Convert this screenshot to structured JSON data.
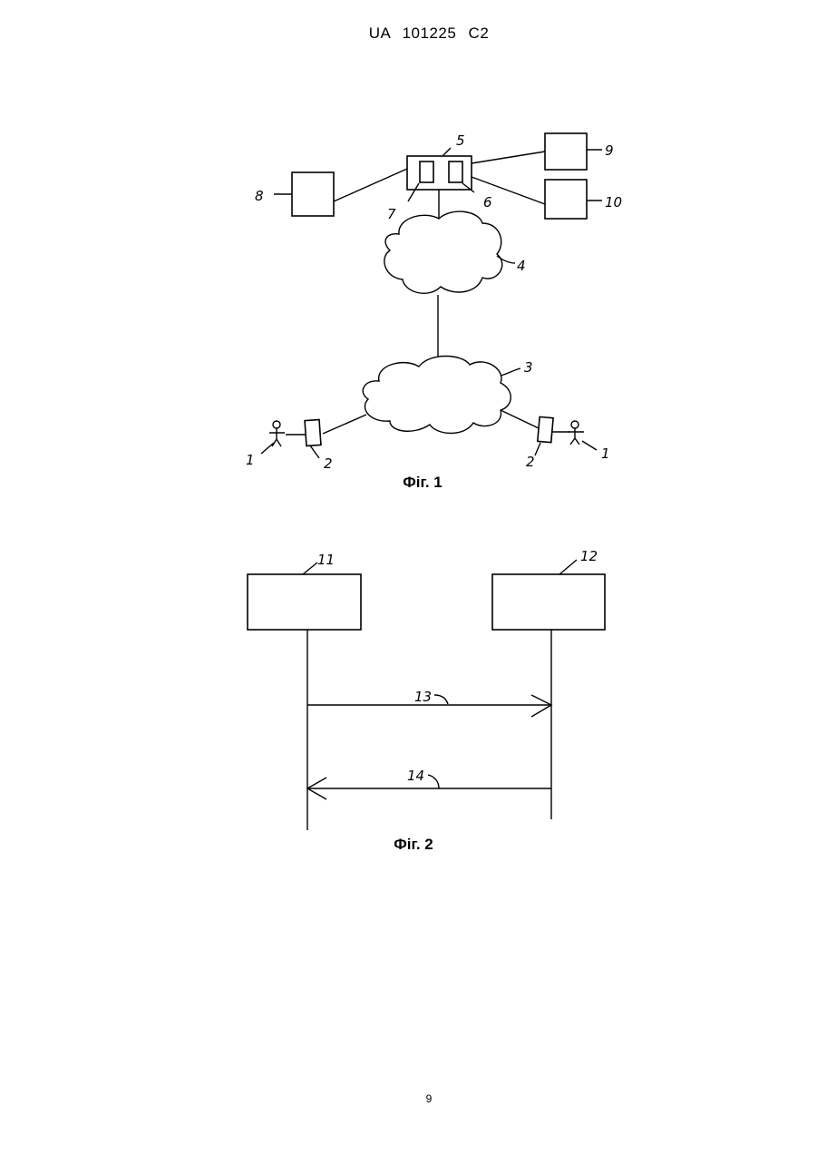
{
  "header": {
    "doc_number": "UA   101225   C2"
  },
  "figures": {
    "fig1": {
      "caption": "Фіг. 1",
      "labels": {
        "user_left": "1",
        "device_left": "2",
        "user_right": "1",
        "device_right": "2",
        "cloud_lower": "3",
        "cloud_upper": "4",
        "server": "5",
        "server_part_right": "6",
        "server_part_left": "7",
        "box_left": "8",
        "box_top_right": "9",
        "box_bottom_right": "10"
      }
    },
    "fig2": {
      "caption": "Фіг. 2",
      "labels": {
        "entity_left": "11",
        "entity_right": "12",
        "message_request": "13",
        "message_response": "14"
      }
    }
  },
  "footer": {
    "page_number": "9"
  }
}
